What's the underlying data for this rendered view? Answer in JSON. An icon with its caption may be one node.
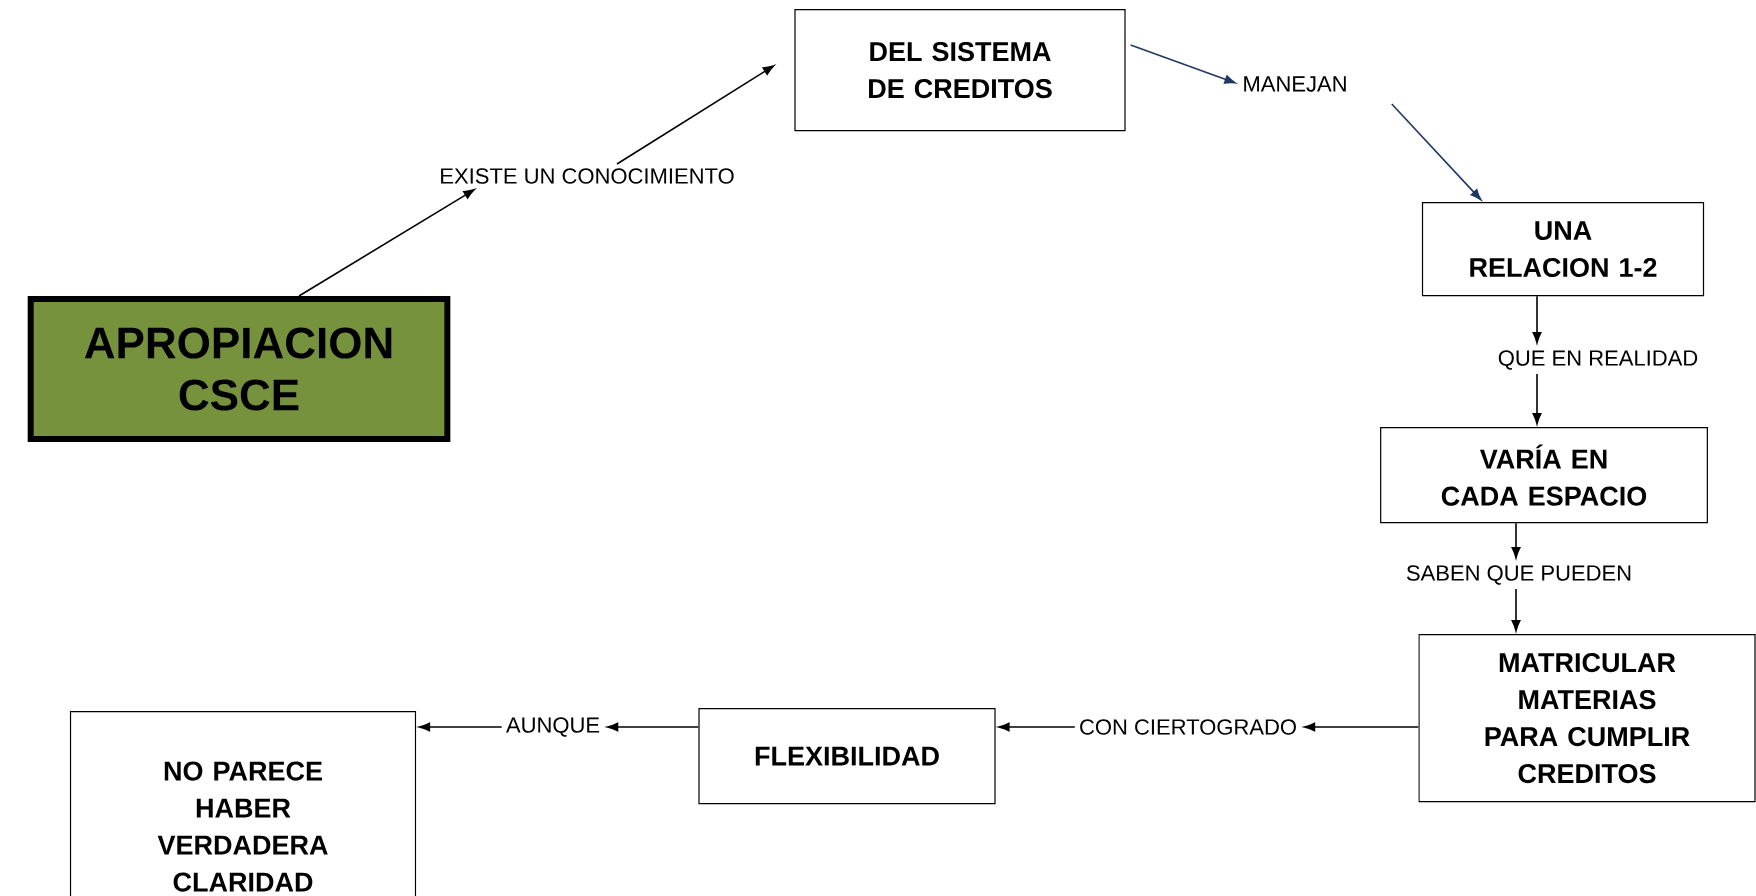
{
  "diagram": {
    "nodes": [
      {
        "text": [
          "APROPIACION CSCE"
        ]
      },
      {
        "text": [
          "EXISTE UN CONOCIMIENTO"
        ]
      },
      {
        "text": [
          "DEL SISTEMA DE CREDITOS"
        ]
      },
      {
        "text": [
          "MANEJAN"
        ]
      },
      {
        "text": [
          "UNA RELACION 1-2"
        ]
      },
      {
        "text": [
          "QUE EN REALIDAD"
        ]
      },
      {
        "text": [
          "VARÍA EN CADA ESPACIO"
        ]
      },
      {
        "text": [
          "SABEN QUE PUEDEN"
        ]
      },
      {
        "text": [
          "MATRICULAR MATERIAS PARA CUMPLIR CREDITOS"
        ]
      },
      {
        "text": [
          "CON CIERTOGRADO"
        ]
      },
      {
        "text": [
          "FLEXIBILIDAD"
        ]
      },
      {
        "text": [
          "AUNQUE"
        ]
      },
      {
        "text": [
          "NO PARECE HABER VERDADERA CLARIDAD"
        ]
      }
    ],
    "edges": [
      {
        "from": 0,
        "to": 1,
        "arrow": "to"
      },
      {
        "from": 1,
        "to": 2,
        "arrow": "to"
      },
      {
        "from": 2,
        "to": 3,
        "arrow": "to",
        "color": "#1f3864"
      },
      {
        "from": 3,
        "to": 4,
        "arrow": "to",
        "color": "#1f3864"
      },
      {
        "from": 4,
        "to": 5,
        "arrow": "to"
      },
      {
        "from": 5,
        "to": 6,
        "arrow": "to"
      },
      {
        "from": 6,
        "to": 7,
        "arrow": "to"
      },
      {
        "from": 7,
        "to": 8,
        "arrow": "to"
      },
      {
        "from": 8,
        "to": 9,
        "arrow": "to"
      },
      {
        "from": 9,
        "to": 10,
        "arrow": "to"
      },
      {
        "from": 10,
        "to": 11,
        "arrow": "to"
      },
      {
        "from": 11,
        "to": 12,
        "arrow": "to"
      }
    ]
  }
}
